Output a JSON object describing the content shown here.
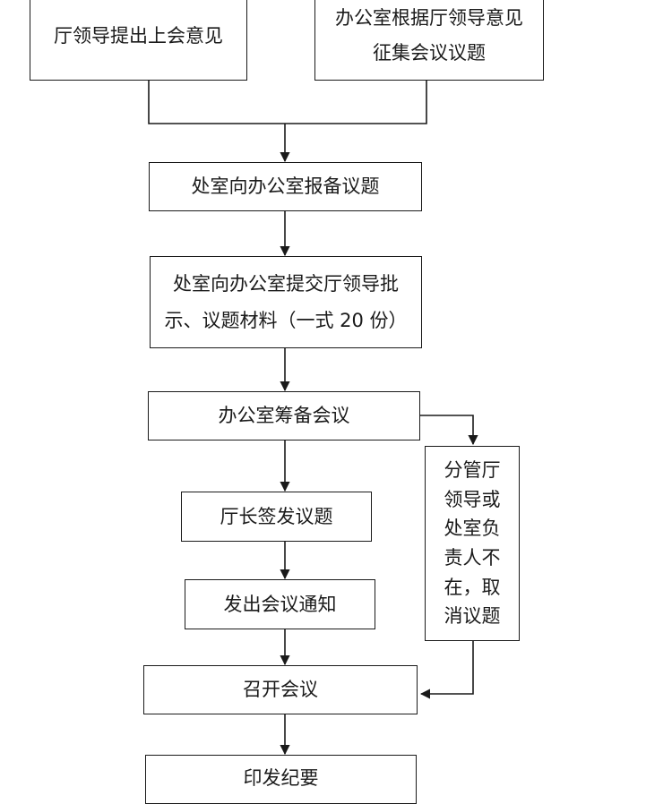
{
  "diagram": {
    "nodes": {
      "leader_opinion": "厅领导提出上会意见",
      "collect_topics": "办公室根据厅领导意见\n征集会议议题",
      "report_topics": "处室向办公室报备议题",
      "submit_materials": "处室向办公室提交厅领导批\n示、议题材料（一式 20 份）",
      "prepare_meeting": "办公室筹备会议",
      "director_sign": "厅长签发议题",
      "send_notice": "发出会议通知",
      "hold_meeting": "召开会议",
      "print_minutes": "印发纪要",
      "cancel_topic": "分管厅\n领导或\n处室负\n责人不\n在，取\n消议题"
    },
    "line_color": "#1a1a1a"
  }
}
